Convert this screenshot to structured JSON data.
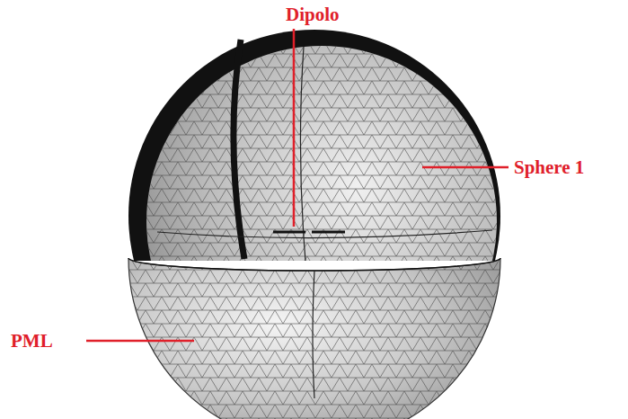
{
  "diagram": {
    "labels": [
      "Dipolo",
      "Sphere 1",
      "PML"
    ]
  }
}
